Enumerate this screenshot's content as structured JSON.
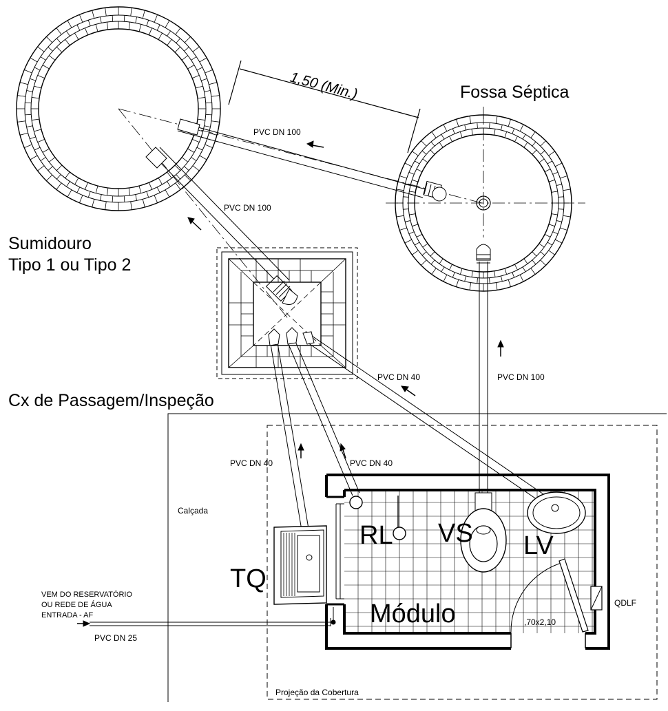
{
  "labels": {
    "dimension": "1,50 (Min.)",
    "fossa": "Fossa Séptica",
    "sumidouro_line1": "Sumidouro",
    "sumidouro_line2": "Tipo 1 ou Tipo 2",
    "caixa": "Cx de Passagem/Inspeção",
    "pipe_fossa_sumidouro": "PVC DN 100",
    "pipe_caixa_sumidouro": "PVC DN 100",
    "pipe_vs_fossa": "PVC DN 100",
    "pipe_lv": "PVC DN 40",
    "pipe_tq": "PVC DN 40",
    "pipe_rl": "PVC DN 40",
    "calcada": "Calçada",
    "rl": "RL",
    "vs": "VS",
    "lv": "LV",
    "tq": "TQ",
    "modulo": "Módulo",
    "porta": ",70x2,10",
    "qdlf": "QDLF",
    "entrada_line1": "VEM DO RESERVATÓRIO",
    "entrada_line2": "OU REDE DE ÁGUA",
    "entrada_line3": "ENTRADA - AF",
    "pipe_agua": "PVC DN 25",
    "projecao": "Projeção da Cobertura"
  }
}
